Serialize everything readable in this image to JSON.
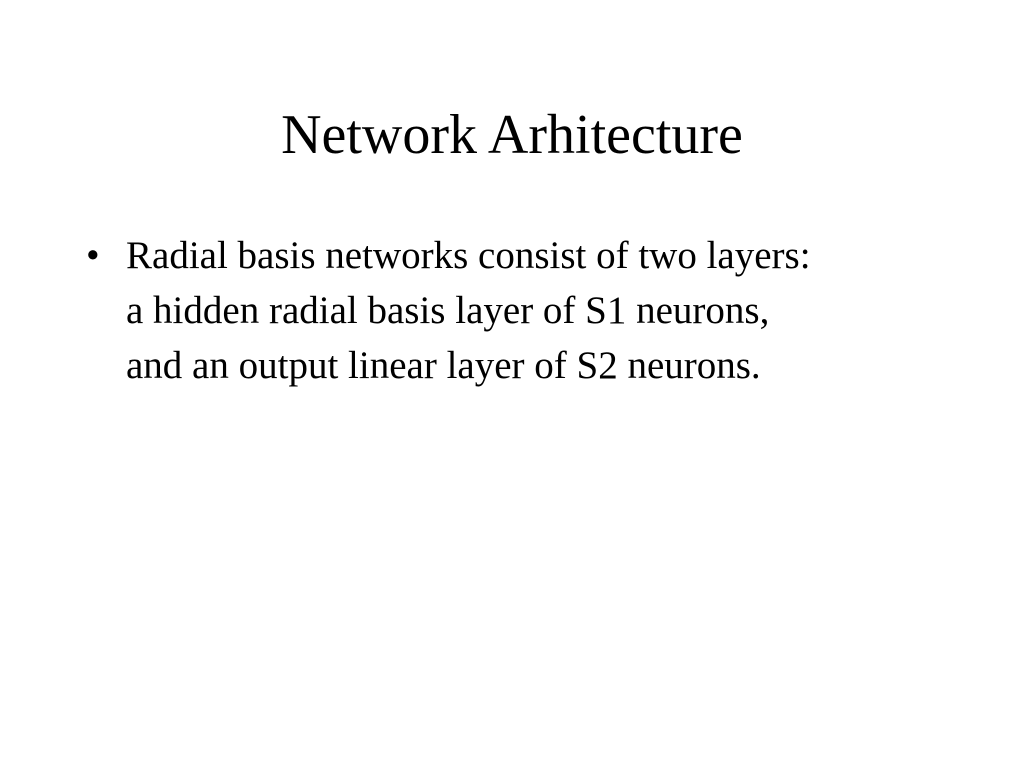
{
  "slide": {
    "title": "Network Arhitecture",
    "bullets": [
      {
        "marker": "•",
        "lines": [
          "Radial basis networks consist of two layers:",
          "a hidden radial basis layer of S1 neurons,",
          "and an output linear layer of S2 neurons."
        ]
      }
    ]
  }
}
